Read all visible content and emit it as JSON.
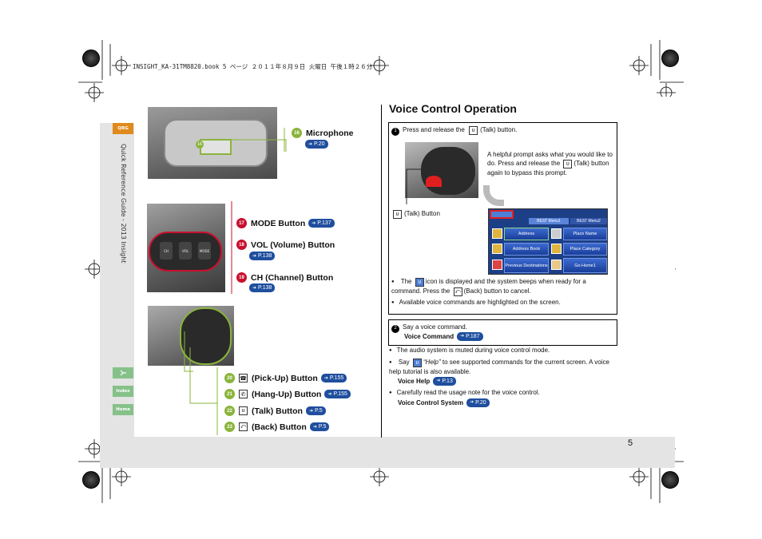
{
  "header": {
    "file_line": "INSIGHT_KA-31TM8820.book  5 ページ  ２０１１年８月９日  火曜日  午後１時２６分"
  },
  "sidebar": {
    "qrg_tab": "QRG",
    "vertical_title": "Quick Reference Guide - 2013 Insight",
    "voice_tab_icon": "talk-icon",
    "index_tab": "Index",
    "home_tab": "Home"
  },
  "left_callouts": {
    "microphone": {
      "num": "16",
      "label": "Microphone",
      "ref": "P.20"
    },
    "mode": {
      "num": "17",
      "label": "MODE Button",
      "ref": "P.137"
    },
    "vol": {
      "num": "18",
      "label": "VOL (Volume) Button",
      "ref": "P.138"
    },
    "ch": {
      "num": "19",
      "label": "CH (Channel) Button",
      "ref": "P.138"
    },
    "pickup": {
      "num": "20",
      "label": "(Pick-Up) Button",
      "ref": "P.155"
    },
    "hangup": {
      "num": "21",
      "label": "(Hang-Up) Button",
      "ref": "P.155"
    },
    "talk": {
      "num": "22",
      "label": "(Talk) Button",
      "ref": "P.5"
    },
    "back": {
      "num": "23",
      "label": "(Back) Button",
      "ref": "P.5"
    }
  },
  "steering_labels": {
    "ch": "CH",
    "vol": "VOL",
    "mode": "MODE"
  },
  "voice": {
    "title": "Voice Control Operation",
    "step1": {
      "num": "1",
      "text_pre": "Press and release the",
      "text_post": "(Talk) button.",
      "prompt_text": "A helpful prompt asks what you would like to do. Press and release the",
      "prompt_text2": "(Talk) button again to bypass this prompt.",
      "talk_button_label": "(Talk) Button",
      "bullet1_pre": "The",
      "bullet1_post": "icon is displayed and the system beeps when ready for a command. Press the",
      "bullet1_end": "(Back) button to cancel.",
      "bullet2": "Available voice commands are highlighted on the screen."
    },
    "nav_screen": {
      "tab1": "BEST Menu1",
      "tab2": "BEST Menu2",
      "buttons": [
        "Address",
        "Place Name",
        "Address Book",
        "Place Category",
        "Previous Destinations",
        "Go Home1"
      ]
    },
    "step2": {
      "num": "2",
      "text": "Say a voice command.",
      "link_label": "Voice Command",
      "link_ref": "P.187"
    },
    "bullets": {
      "muted": "The audio system is muted during voice control mode.",
      "help_pre": "Say",
      "help_quote": "“Help”",
      "help_post": "to see supported commands for the current screen. A voice help tutorial is also available.",
      "help_link": "Voice Help",
      "help_ref": "P.13",
      "usage": "Carefully read the usage note for the voice control.",
      "usage_link": "Voice Control System",
      "usage_ref": "P.20"
    }
  },
  "page_number": "5",
  "colors": {
    "green_accent": "#8ab43c",
    "red_accent": "#c8102e",
    "ref_blue": "#1f4e9e",
    "tab_green": "#86c18a"
  }
}
